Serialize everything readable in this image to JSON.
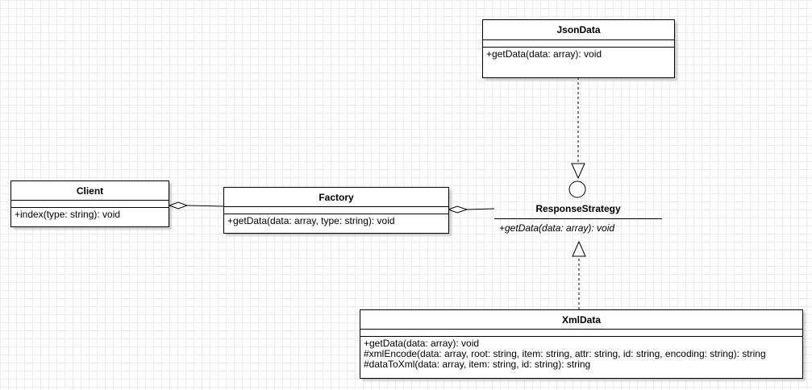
{
  "classes": {
    "json_data": {
      "name": "JsonData",
      "operations": [
        "+getData(data: array): void"
      ]
    },
    "client": {
      "name": "Client",
      "operations": [
        "+index(type: string): void"
      ]
    },
    "factory": {
      "name": "Factory",
      "operations": [
        "+getData(data: array, type: string): void"
      ]
    },
    "xml_data": {
      "name": "XmlData",
      "operations": [
        "+getData(data: array): void",
        "#xmlEncode(data: array, root: string, item: string, attr: string, id: string, encoding: string): string",
        "#dataToXml(data: array, item: string, id: string): string"
      ]
    }
  },
  "interface": {
    "name": "ResponseStrategy",
    "operations": [
      "+getData(data: array): void"
    ]
  }
}
